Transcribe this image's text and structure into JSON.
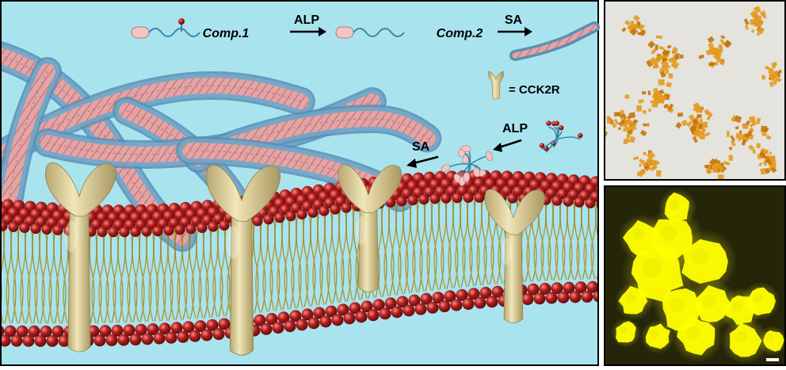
{
  "scheme": {
    "compound1_label": "Comp.1",
    "compound2_label": "Comp.2",
    "enzyme_label_top": "ALP",
    "assembly_label_top": "SA",
    "receptor_legend": "= CCK2R",
    "enzyme_label_side": "ALP",
    "assembly_label_side": "SA"
  },
  "colors": {
    "background": "#a9e4ee",
    "lipid_head": "#b01e1e",
    "lipid_tail": "#b99a2a",
    "receptor": "#e6d9a2",
    "fiber_core": "#e3a4a4",
    "fiber_shell": "#5b8fb5",
    "micrograph_bg": "#e4e3dd",
    "crystal": "#e39a1e",
    "fluorescence_bg": "#25250a",
    "fluorescence": "#ffff00"
  },
  "icons": [
    "receptor-icon",
    "peptide-icon",
    "fiber-icon",
    "arrow-icon",
    "scale-bar-icon"
  ]
}
